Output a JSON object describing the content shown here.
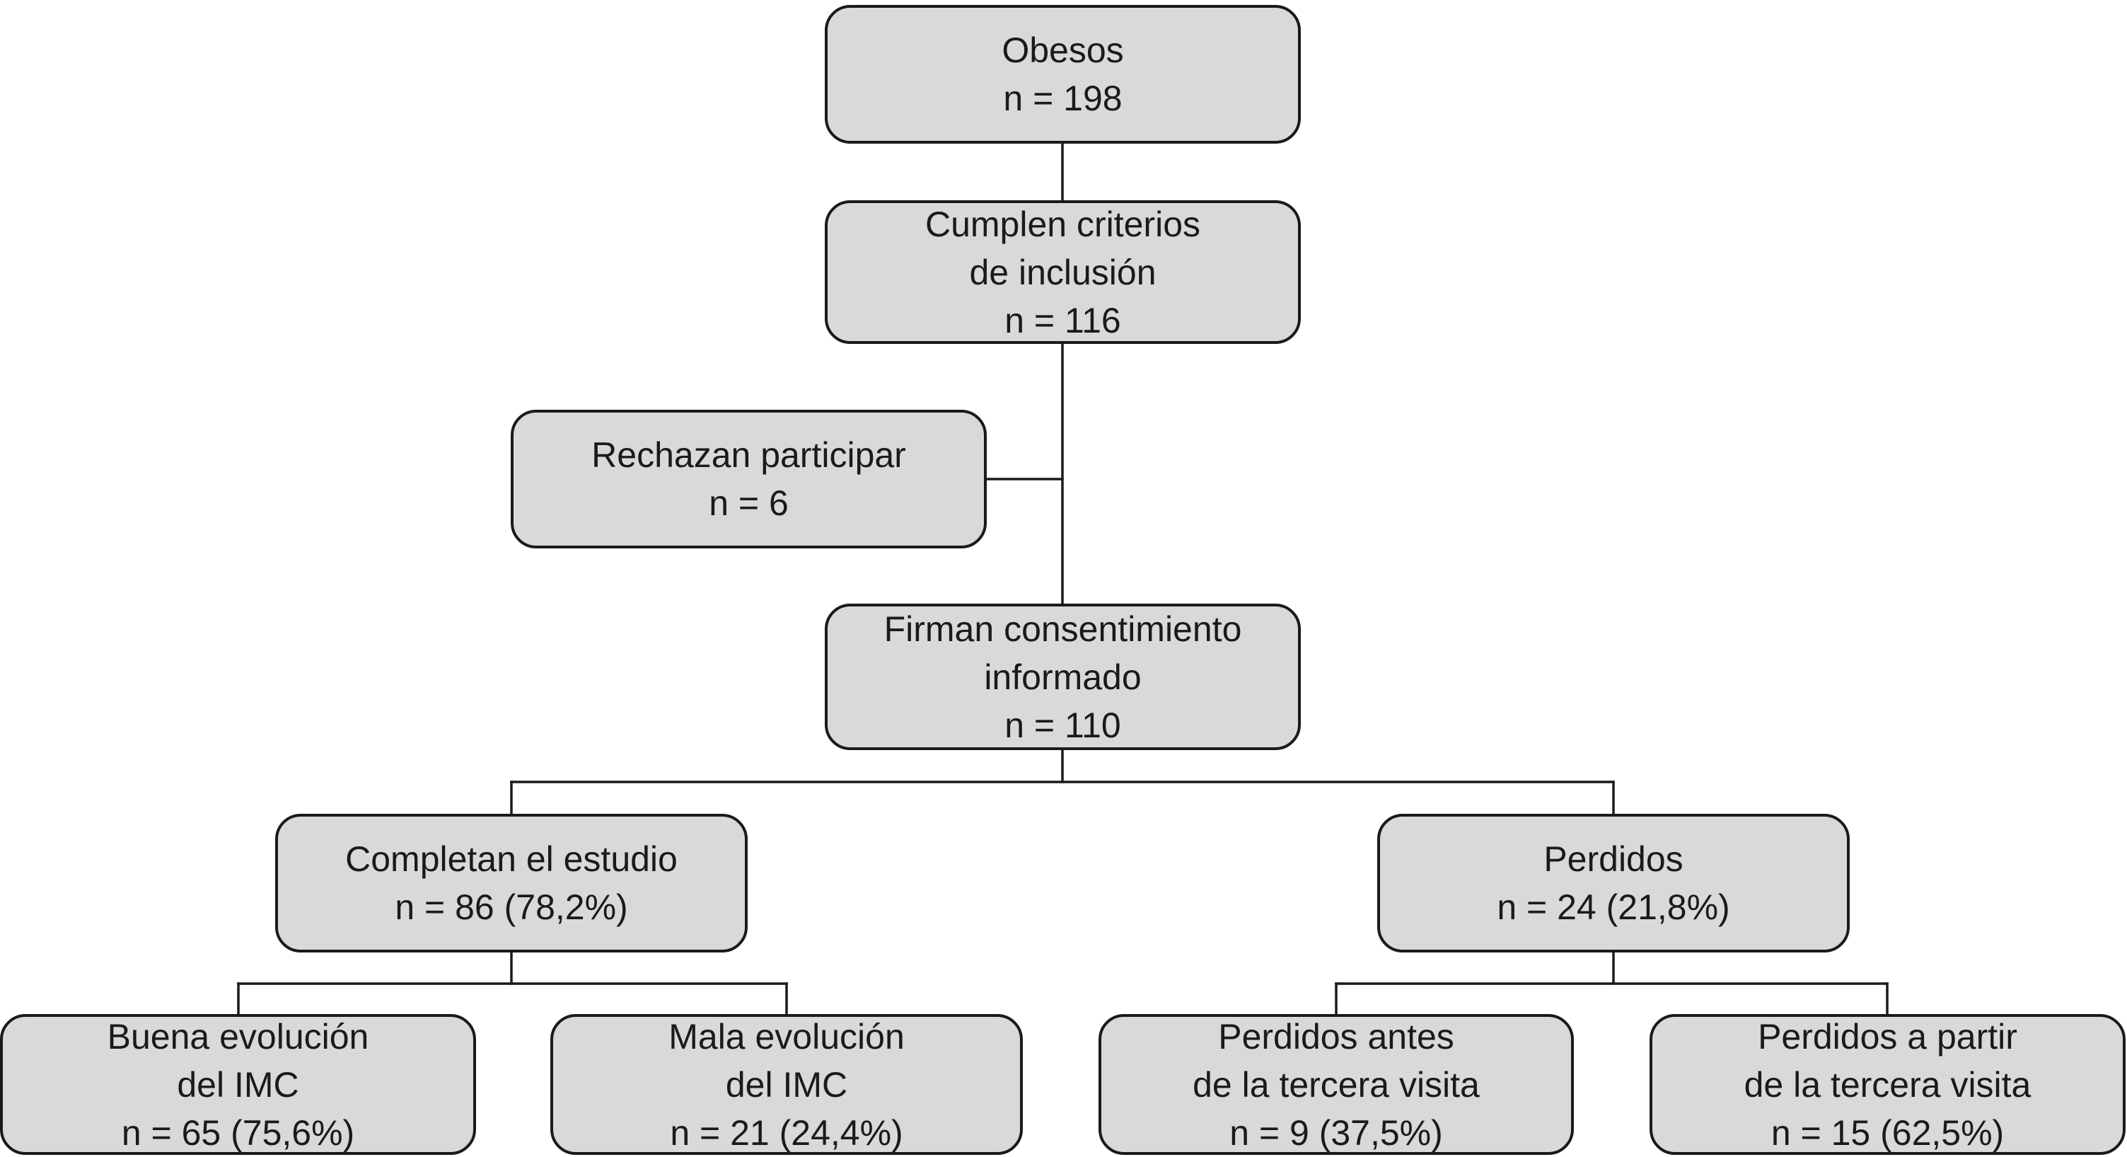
{
  "nodes": {
    "obesos": {
      "lines": [
        "Obesos",
        "n = 198"
      ]
    },
    "cumplen": {
      "lines": [
        "Cumplen criterios",
        "de inclusión",
        "n = 116"
      ]
    },
    "rechazan": {
      "lines": [
        "Rechazan participar",
        "n = 6"
      ]
    },
    "firman": {
      "lines": [
        "Firman consentimiento",
        "informado",
        "n = 110"
      ]
    },
    "completan": {
      "lines": [
        "Completan el estudio",
        "n = 86 (78,2%)"
      ]
    },
    "perdidos": {
      "lines": [
        "Perdidos",
        "n = 24 (21,8%)"
      ]
    },
    "buena": {
      "lines": [
        "Buena evolución",
        "del IMC",
        "n = 65 (75,6%)"
      ]
    },
    "mala": {
      "lines": [
        "Mala evolución",
        "del IMC",
        "n = 21 (24,4%)"
      ]
    },
    "antes": {
      "lines": [
        "Perdidos antes",
        "de la tercera visita",
        "n = 9 (37,5%)"
      ]
    },
    "apartir": {
      "lines": [
        "Perdidos a partir",
        "de la tercera visita",
        "n = 15 (62,5%)"
      ]
    }
  },
  "colors": {
    "box_fill": "#d9d9d9",
    "box_stroke": "#1a1a1a",
    "connector": "#1a1a1a",
    "text": "#1a1a1a"
  }
}
